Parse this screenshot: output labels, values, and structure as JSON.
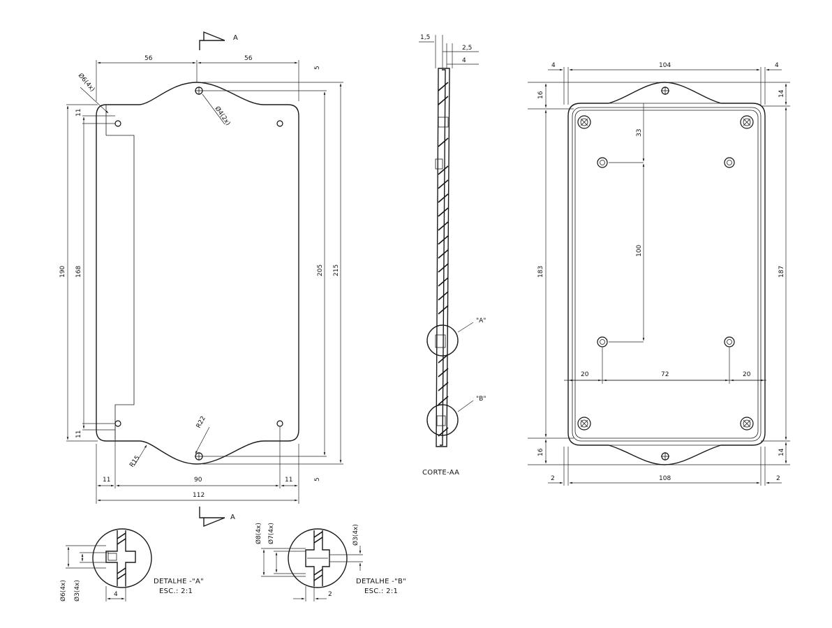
{
  "front": {
    "top_left_56": "56",
    "top_right_56": "56",
    "hole_dia_4x": "Ø6(4x)",
    "hole_dia_2x": "Ø4(2x)",
    "edge_11_top": "11",
    "edge_11_bottom": "11",
    "height_190": "190",
    "height_168": "168",
    "height_205": "205",
    "height_215": "215",
    "offset_5_top": "5",
    "offset_5_bottom": "5",
    "radius_22": "R22",
    "radius_15": "R15",
    "bottom_11_left": "11",
    "bottom_90": "90",
    "bottom_11_right": "11",
    "width_112": "112",
    "section_marker_top": "A",
    "section_marker_bottom": "A"
  },
  "section": {
    "dim_1_5": "1,5",
    "dim_2_5": "2,5",
    "dim_4": "4",
    "callout_a": "\"A\"",
    "callout_b": "\"B\"",
    "title": "CORTE-AA"
  },
  "back": {
    "left_4": "4",
    "width_104": "104",
    "right_4": "4",
    "top_16": "16",
    "top_14": "14",
    "dim_33": "33",
    "dim_100": "100",
    "height_183": "183",
    "height_187": "187",
    "spacing_20_left": "20",
    "spacing_72": "72",
    "spacing_20_right": "20",
    "bottom_16": "16",
    "bottom_14": "14",
    "bottom_2_left": "2",
    "width_108": "108",
    "bottom_2_right": "2"
  },
  "detail_a": {
    "dia_6": "Ø6(4x)",
    "dia_3": "Ø3(4x)",
    "dim_4": "4",
    "title": "DETALHE -\"A\"",
    "scale": "ESC.: 2:1"
  },
  "detail_b": {
    "dia_8": "Ø8(4x)",
    "dia_7": "Ø7(4x)",
    "dia_3": "Ø3(4x)",
    "dim_2": "2",
    "title": "DETALHE -\"B\"",
    "scale": "ESC.: 2:1"
  }
}
